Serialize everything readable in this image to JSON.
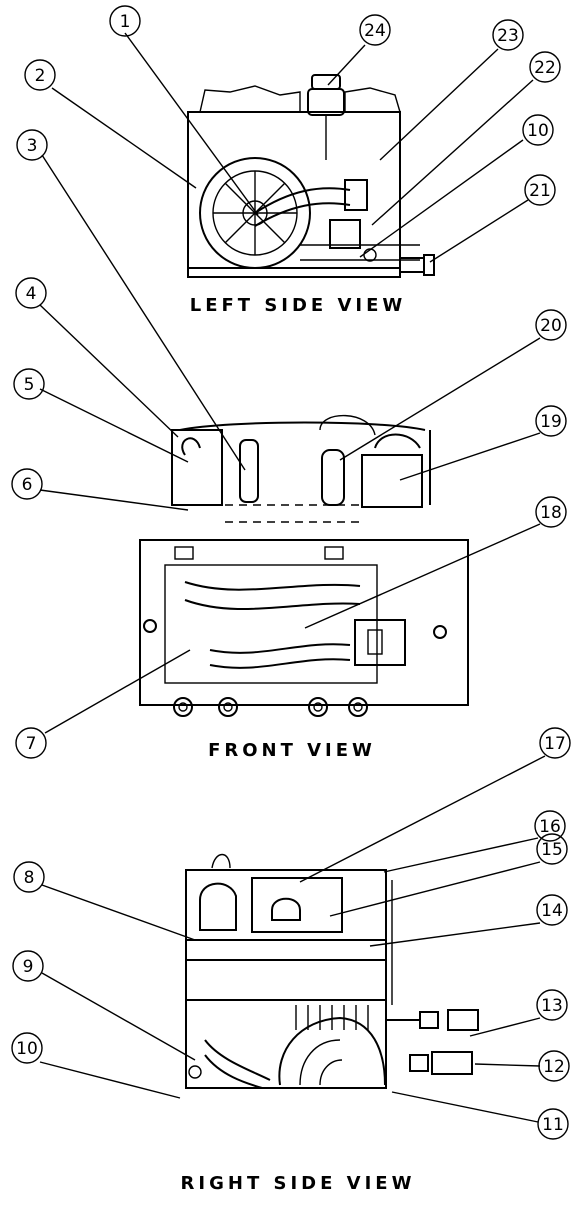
{
  "views": {
    "left": "LEFT SIDE VIEW",
    "front": "FRONT VIEW",
    "right": "RIGHT SIDE VIEW"
  },
  "callouts": {
    "c1": "1",
    "c2": "2",
    "c3": "3",
    "c4": "4",
    "c5": "5",
    "c6": "6",
    "c7": "7",
    "c8": "8",
    "c9": "9",
    "c10a": "10",
    "c10b": "10",
    "c11": "11",
    "c12": "12",
    "c13": "13",
    "c14": "14",
    "c15": "15",
    "c16": "16",
    "c17": "17",
    "c18": "18",
    "c19": "19",
    "c20": "20",
    "c21": "21",
    "c22": "22",
    "c23": "23",
    "c24": "24"
  }
}
